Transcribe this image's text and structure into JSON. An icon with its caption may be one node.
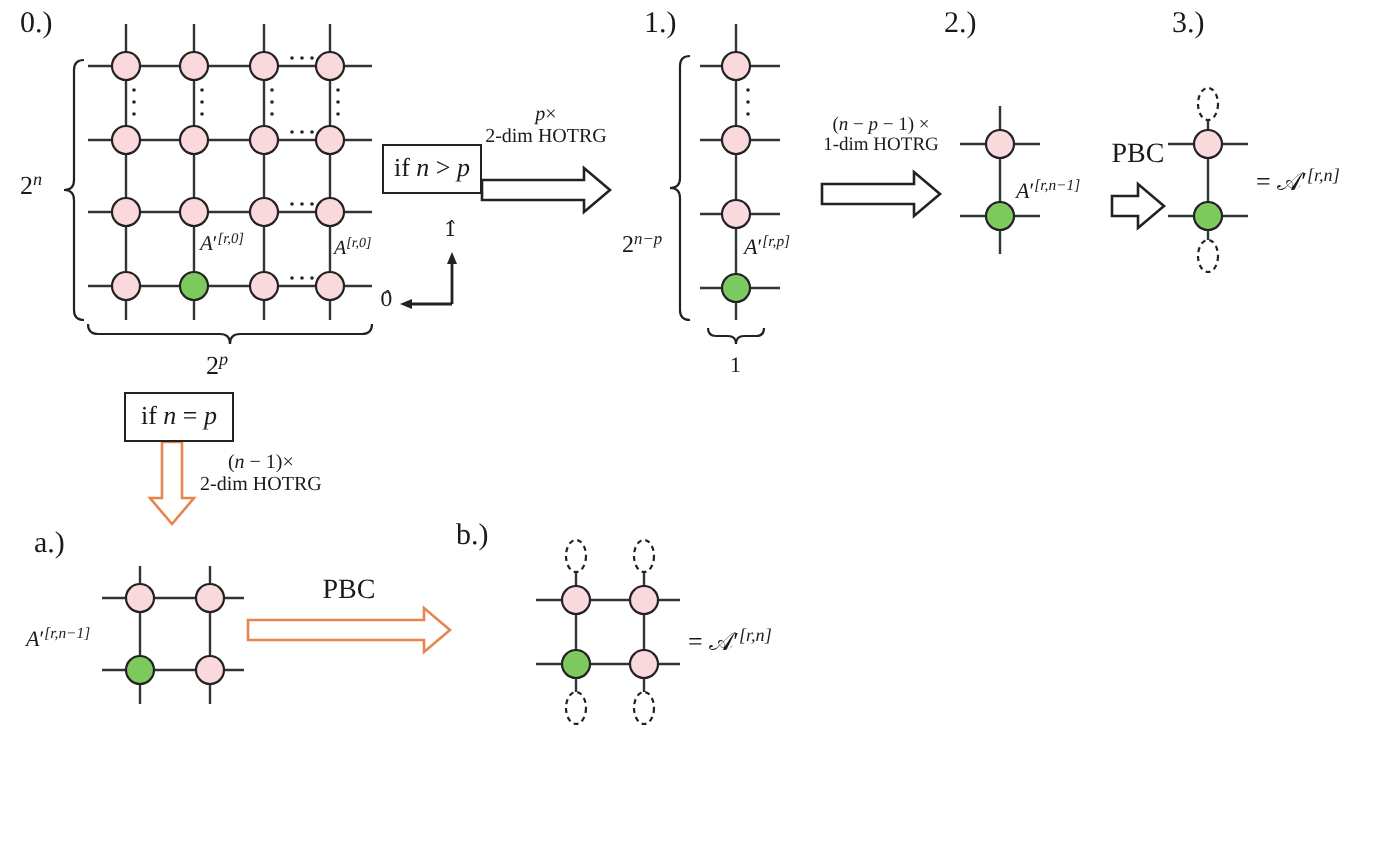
{
  "diagram": {
    "nodes": [
      {
        "text": [
          "0.)"
        ]
      },
      {
        "text": [
          "if *n* > *p*"
        ]
      },
      {
        "text": [
          "1.)"
        ]
      },
      {
        "text": [
          "2.)"
        ]
      },
      {
        "text": [
          "3.)"
        ],
        "beside": [
          "= 𝒜′$^{[r,n]}$"
        ]
      },
      {
        "text": [
          "if *n* = *p*"
        ]
      },
      {
        "text": [
          "a.)"
        ]
      },
      {
        "text": [
          "b.)"
        ],
        "beside": [
          "= 𝒜′$^{[r,n]}$"
        ]
      }
    ],
    "edges": [
      {
        "from": 1,
        "to": 2,
        "arrow": "to",
        "label": "*p*× 2-dim HOTRG"
      },
      {
        "from": 2,
        "to": 3,
        "arrow": "to",
        "label": "(*n* − *p* − 1) × 1-dim HOTRG"
      },
      {
        "from": 3,
        "to": 4,
        "arrow": "to",
        "label": "PBC"
      },
      {
        "from": 5,
        "to": 6,
        "arrow": "to",
        "label": "(*n* − 1)× 2-dim HOTRG",
        "color": "#e8844e"
      },
      {
        "from": 6,
        "to": 7,
        "arrow": "to",
        "label": "PBC",
        "color": "#e8844e"
      }
    ],
    "labels": [
      "2$^{n}$",
      "*A*′$^{[r,0]}$",
      "*A*$^{[r,0]}$",
      "1̂",
      "0̂",
      "2$^{p}$",
      "2$^{n−p}$",
      "*A*′$^{[r,p]}$",
      "1",
      "*A*′$^{[r,n−1]}$",
      "*A*′$^{[r,n−1]}$"
    ]
  }
}
